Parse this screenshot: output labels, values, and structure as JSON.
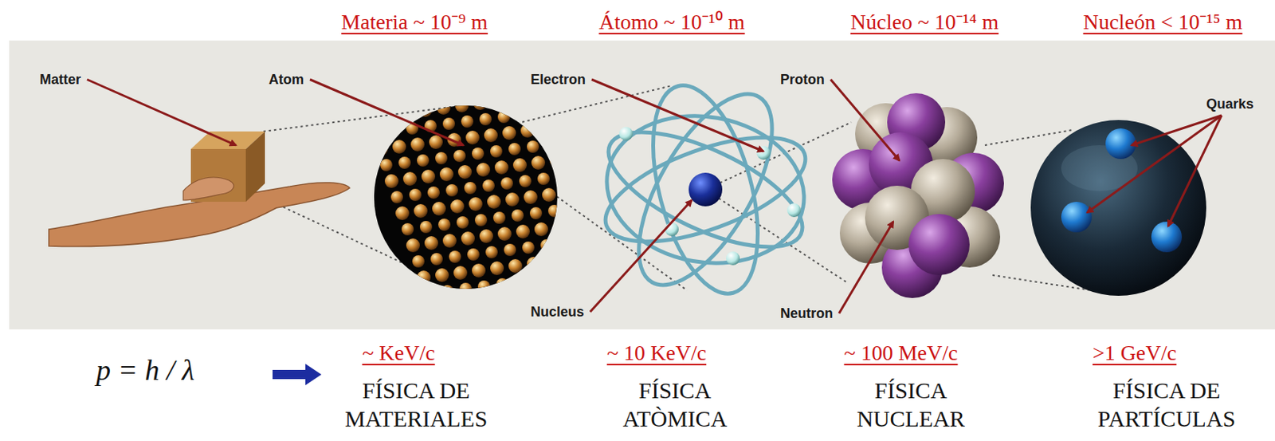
{
  "diagram": {
    "labels": [
      "Materia ~ 10⁻⁹ m",
      "Átomo ~ 10⁻¹⁰ m",
      "Núcleo ~ 10⁻¹⁴ m",
      "Nucleón < 10⁻¹⁵ m",
      "Matter",
      "Atom",
      "Electron",
      "Proton",
      "Quarks",
      "Nucleus",
      "Neutron",
      "p = h / λ",
      "~ KeV/c",
      "~ 10 KeV/c",
      "~ 100 MeV/c",
      ">1 GeV/c",
      "FÍSICA DE MATERIALES",
      "FÍSICA ATÒMICA",
      "FÍSICA NUCLEAR",
      "FÍSICA DE PARTÍCULAS"
    ]
  }
}
